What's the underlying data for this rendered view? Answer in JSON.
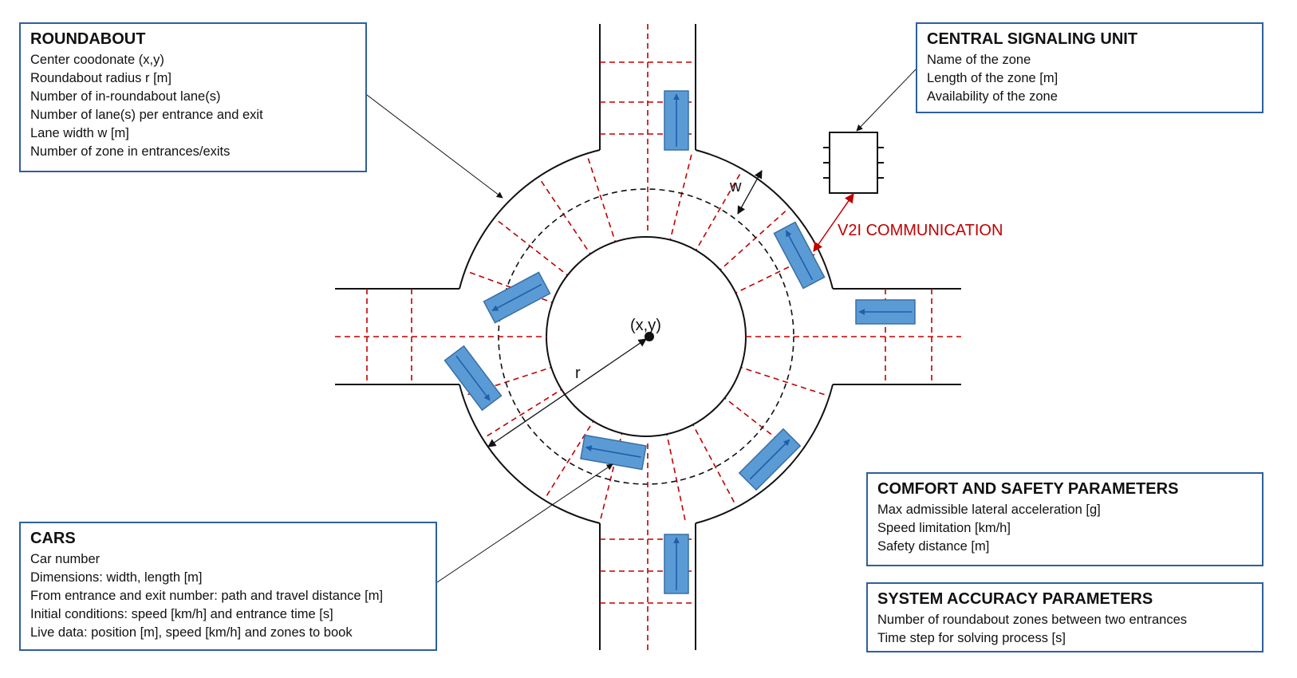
{
  "roundabout_box": {
    "title": "ROUNDABOUT",
    "lines": [
      "Center coodonate (x,y)",
      "Roundabout radius r [m]",
      "Number of in-roundabout lane(s)",
      "Number of lane(s) per entrance and exit",
      "Lane width w [m]",
      "Number of zone in entrances/exits"
    ]
  },
  "central_box": {
    "title": "CENTRAL SIGNALING UNIT",
    "lines": [
      "Name of the zone",
      "Length of the zone [m]",
      "Availability of the zone"
    ]
  },
  "cars_box": {
    "title": "CARS",
    "lines": [
      "Car number",
      "Dimensions: width, length [m]",
      "From entrance and exit number: path and travel distance [m]",
      "Initial conditions: speed [km/h] and entrance time [s]",
      "Live data: position [m], speed [km/h] and zones to book"
    ]
  },
  "comfort_box": {
    "title": "COMFORT AND SAFETY PARAMETERS",
    "lines": [
      "Max admissible lateral acceleration [g]",
      "Speed limitation [km/h]",
      "Safety distance [m]"
    ]
  },
  "accuracy_box": {
    "title": "SYSTEM ACCURACY PARAMETERS",
    "lines": [
      "Number of roundabout zones between two entrances",
      "Time step for solving process [s]"
    ]
  },
  "labels": {
    "center": "(x,y)",
    "radius": "r",
    "width": "w",
    "v2i": "V2I COMMUNICATION"
  },
  "colors": {
    "box_border": "#2E5F9E",
    "car_fill": "#5B9BD5",
    "car_stroke": "#3A6EA5",
    "car_arrow": "#1F5FA8",
    "zone_dash": "#C00000",
    "v2i": "#C00000"
  }
}
